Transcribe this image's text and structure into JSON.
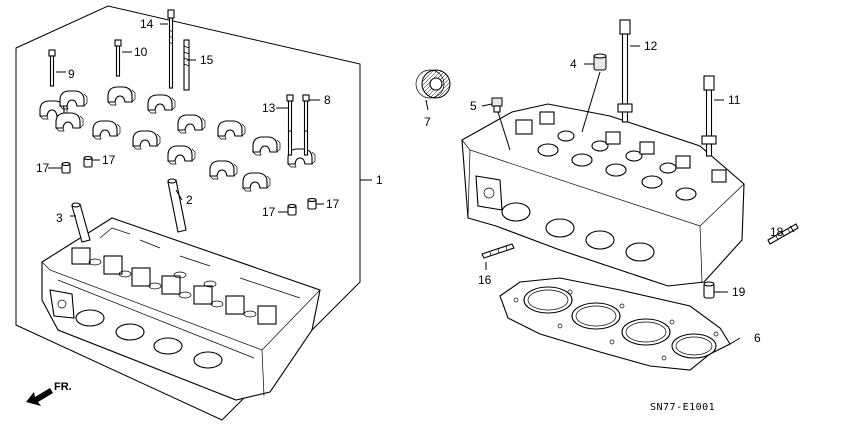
{
  "diagram": {
    "callouts": {
      "c1": "1",
      "c2": "2",
      "c3": "3",
      "c4": "4",
      "c5": "5",
      "c6": "6",
      "c7": "7",
      "c8": "8",
      "c9": "9",
      "c10": "10",
      "c11": "11",
      "c12": "12",
      "c13": "13",
      "c14": "14",
      "c15": "15",
      "c16": "16",
      "c17a": "17",
      "c17b": "17",
      "c17c": "17",
      "c17d": "17",
      "c18": "18",
      "c19": "19"
    },
    "direction_label": "FR.",
    "drawing_code": "SN77-E1001"
  }
}
